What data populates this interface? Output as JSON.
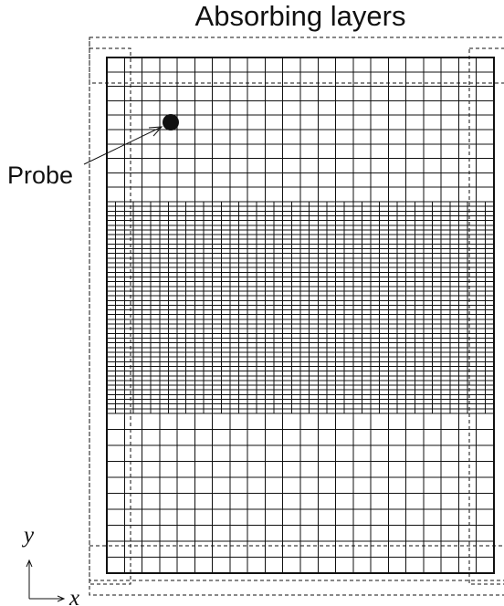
{
  "title": "Absorbing layers",
  "probe_label": "Probe",
  "axes": {
    "x_label": "x",
    "y_label": "y"
  },
  "mesh": {
    "coarse_columns": 22,
    "fine_columns": 44,
    "top_coarse_rows": 10,
    "fine_rows": 45,
    "bottom_coarse_rows": 10
  },
  "colors": {
    "lines": "#111111",
    "background": "#ffffff"
  }
}
